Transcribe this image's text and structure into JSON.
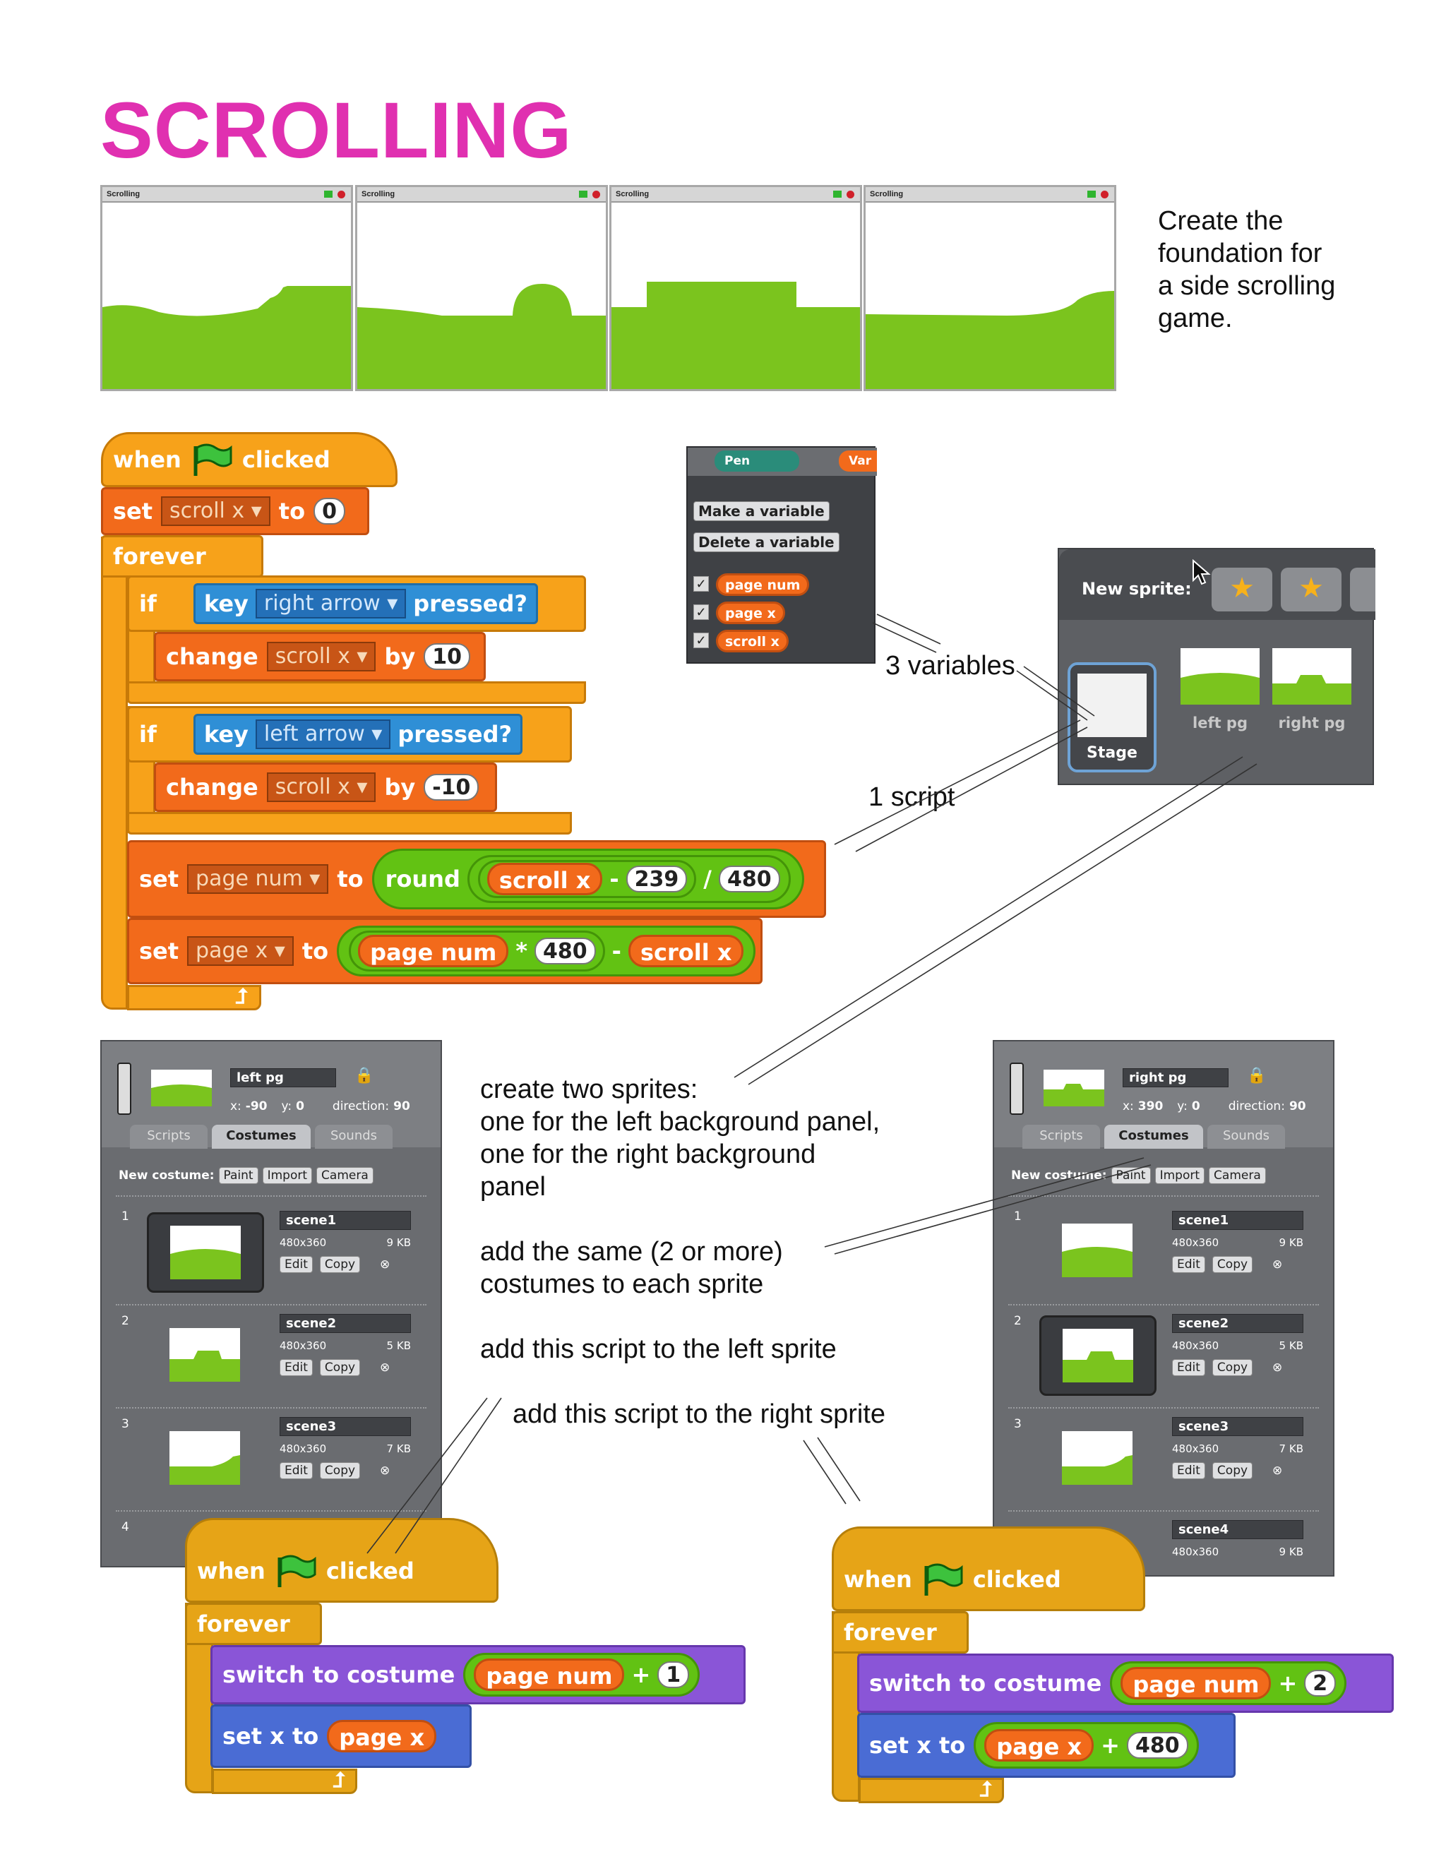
{
  "title": "SCROLLING",
  "intro": "Create the foundation for a side scrolling game.",
  "stages": [
    {
      "title": "Scrolling"
    },
    {
      "title": "Scrolling"
    },
    {
      "title": "Scrolling"
    },
    {
      "title": "Scrolling"
    }
  ],
  "main_script": {
    "hat": {
      "when": "when",
      "clicked": "clicked"
    },
    "set1": {
      "set": "set",
      "var": "scroll x",
      "to": "to",
      "value": "0"
    },
    "forever": "forever",
    "if1": {
      "if": "if",
      "key": "key",
      "option": "right arrow",
      "pressed": "pressed?",
      "change": "change",
      "var": "scroll x",
      "by": "by",
      "value": "10"
    },
    "if2": {
      "if": "if",
      "key": "key",
      "option": "left arrow",
      "pressed": "pressed?",
      "change": "change",
      "var": "scroll x",
      "by": "by",
      "value": "-10"
    },
    "set2": {
      "set": "set",
      "var": "page num",
      "to": "to",
      "round": "round",
      "reporter": "scroll x",
      "minus": "-",
      "n1": "239",
      "div": "/",
      "n2": "480"
    },
    "set3": {
      "set": "set",
      "var": "page x",
      "to": "to",
      "reporter1": "page num",
      "times": "*",
      "n1": "480",
      "minus": "-",
      "reporter2": "scroll x"
    }
  },
  "variables_palette": {
    "tab_pen": "Pen",
    "tab_var": "Var",
    "make": "Make a variable",
    "delete": "Delete a variable",
    "vars": [
      "page num",
      "page x",
      "scroll x"
    ]
  },
  "sprite_pane": {
    "new_sprite": "New sprite:",
    "stage": "Stage",
    "sprites": [
      "left pg",
      "right pg"
    ]
  },
  "labels": {
    "three_vars": "3 variables",
    "one_script": "1 script",
    "create_two": "create two sprites:\none for the left background panel,\none for the right background\npanel",
    "add_same": "add the same (2 or more)\ncostumes to each sprite",
    "add_left": "add this script to the left sprite",
    "add_right": "add this script to the right sprite"
  },
  "left_panel": {
    "name": "left pg",
    "x_label": "x:",
    "x": "-90",
    "y_label": "y:",
    "y": "0",
    "dir_label": "direction:",
    "dir": "90",
    "tabs": [
      "Scripts",
      "Costumes",
      "Sounds"
    ],
    "new_costume": "New costume:",
    "buttons": [
      "Paint",
      "Import",
      "Camera"
    ],
    "costumes": [
      {
        "num": "1",
        "name": "scene1",
        "size": "480x360",
        "kb": "9 KB"
      },
      {
        "num": "2",
        "name": "scene2",
        "size": "480x360",
        "kb": "5 KB"
      },
      {
        "num": "3",
        "name": "scene3",
        "size": "480x360",
        "kb": "7 KB"
      },
      {
        "num": "4"
      }
    ],
    "edit": "Edit",
    "copy": "Copy"
  },
  "right_panel": {
    "name": "right pg",
    "x_label": "x:",
    "x": "390",
    "y_label": "y:",
    "y": "0",
    "dir_label": "direction:",
    "dir": "90",
    "tabs": [
      "Scripts",
      "Costumes",
      "Sounds"
    ],
    "new_costume": "New costume:",
    "buttons": [
      "Paint",
      "Import",
      "Camera"
    ],
    "costumes": [
      {
        "num": "1",
        "name": "scene1",
        "size": "480x360",
        "kb": "9 KB"
      },
      {
        "num": "2",
        "name": "scene2",
        "size": "480x360",
        "kb": "5 KB"
      },
      {
        "num": "3",
        "name": "scene3",
        "size": "480x360",
        "kb": "7 KB"
      },
      {
        "name": "scene4",
        "size": "480x360",
        "kb": "9 KB"
      }
    ],
    "edit": "Edit",
    "copy": "Copy"
  },
  "left_script": {
    "when": "when",
    "clicked": "clicked",
    "forever": "forever",
    "switch": "switch to costume",
    "reporter": "page num",
    "plus": "+",
    "n": "1",
    "setx": "set x to",
    "reporter2": "page x"
  },
  "right_script": {
    "when": "when",
    "clicked": "clicked",
    "forever": "forever",
    "switch": "switch to costume",
    "reporter": "page num",
    "plus": "+",
    "n": "2",
    "setx": "set x to",
    "reporter2": "page x",
    "plus2": "+",
    "n2": "480"
  }
}
